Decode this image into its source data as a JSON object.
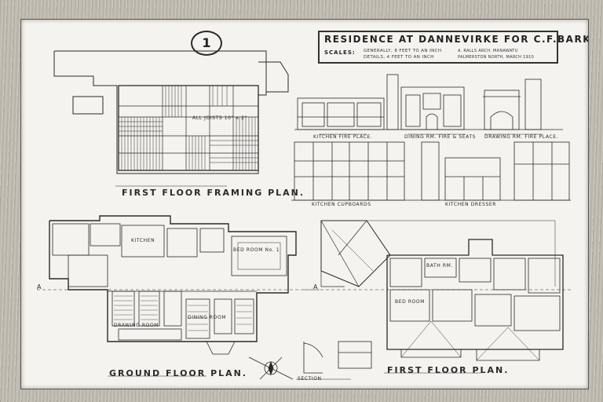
{
  "sheet_number": "1",
  "title": {
    "main": "RESIDENCE AT DANNEVIRKE FOR C.F.BARKER Esq.",
    "scales_label": "SCALES:",
    "scale_general": "GENERALLY, 8 FEET TO AN INCH",
    "scale_details": "DETAILS, 4 FEET TO AN INCH",
    "architect": "A. RALLS ARCH. MANAWATU",
    "place_date": "PALMERSTON NORTH, MARCH 1910"
  },
  "plans": {
    "first_floor_framing": "FIRST FLOOR FRAMING PLAN.",
    "ground_floor": "GROUND FLOOR PLAN.",
    "first_floor": "FIRST FLOOR PLAN."
  },
  "details": {
    "kitchen_fireplace": "KITCHEN FIRE PLACE.",
    "dining_fire_seats": "DINING RM. FIRE & SEATS",
    "drawing_fireplace": "DRAWING RM. FIRE PLACE.",
    "kitchen_cupboards": "KITCHEN CUPBOARDS",
    "kitchen_dresser": "KITCHEN DRESSER",
    "section": "SECTION"
  },
  "room_labels": {
    "all_joists": "ALL JOISTS 10\" x 2\"",
    "bed_room_1": "BED ROOM No. 1",
    "bed_room": "BED ROOM",
    "kitchen": "KITCHEN",
    "dining": "DINING ROOM",
    "drawing": "DRAWING ROOM",
    "bath": "BATH RM.",
    "section_marker_a": "A"
  },
  "colors": {
    "ink": "#2a2a2a",
    "paper": "#f4f3ef",
    "frame": "#b5b0a6"
  }
}
